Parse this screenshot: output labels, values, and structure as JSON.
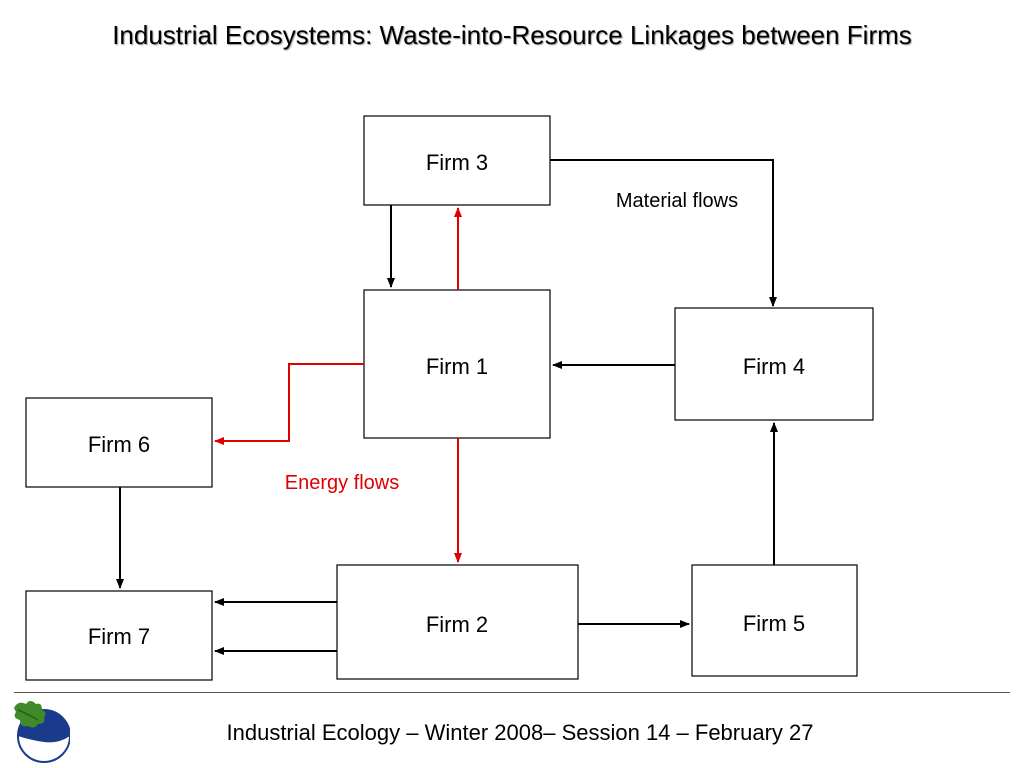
{
  "title": "Industrial Ecosystems: Waste-into-Resource Linkages between Firms",
  "firms": {
    "firm1": "Firm 1",
    "firm2": "Firm 2",
    "firm3": "Firm 3",
    "firm4": "Firm 4",
    "firm5": "Firm 5",
    "firm6": "Firm 6",
    "firm7": "Firm 7"
  },
  "labels": {
    "material_flows": "Material flows",
    "energy_flows": "Energy flows"
  },
  "colors": {
    "material": "#000000",
    "energy": "#e00000"
  },
  "footer": "Industrial Ecology – Winter 2008– Session 14 – February 27",
  "logo_icon": "oak-leaf-globe-icon"
}
